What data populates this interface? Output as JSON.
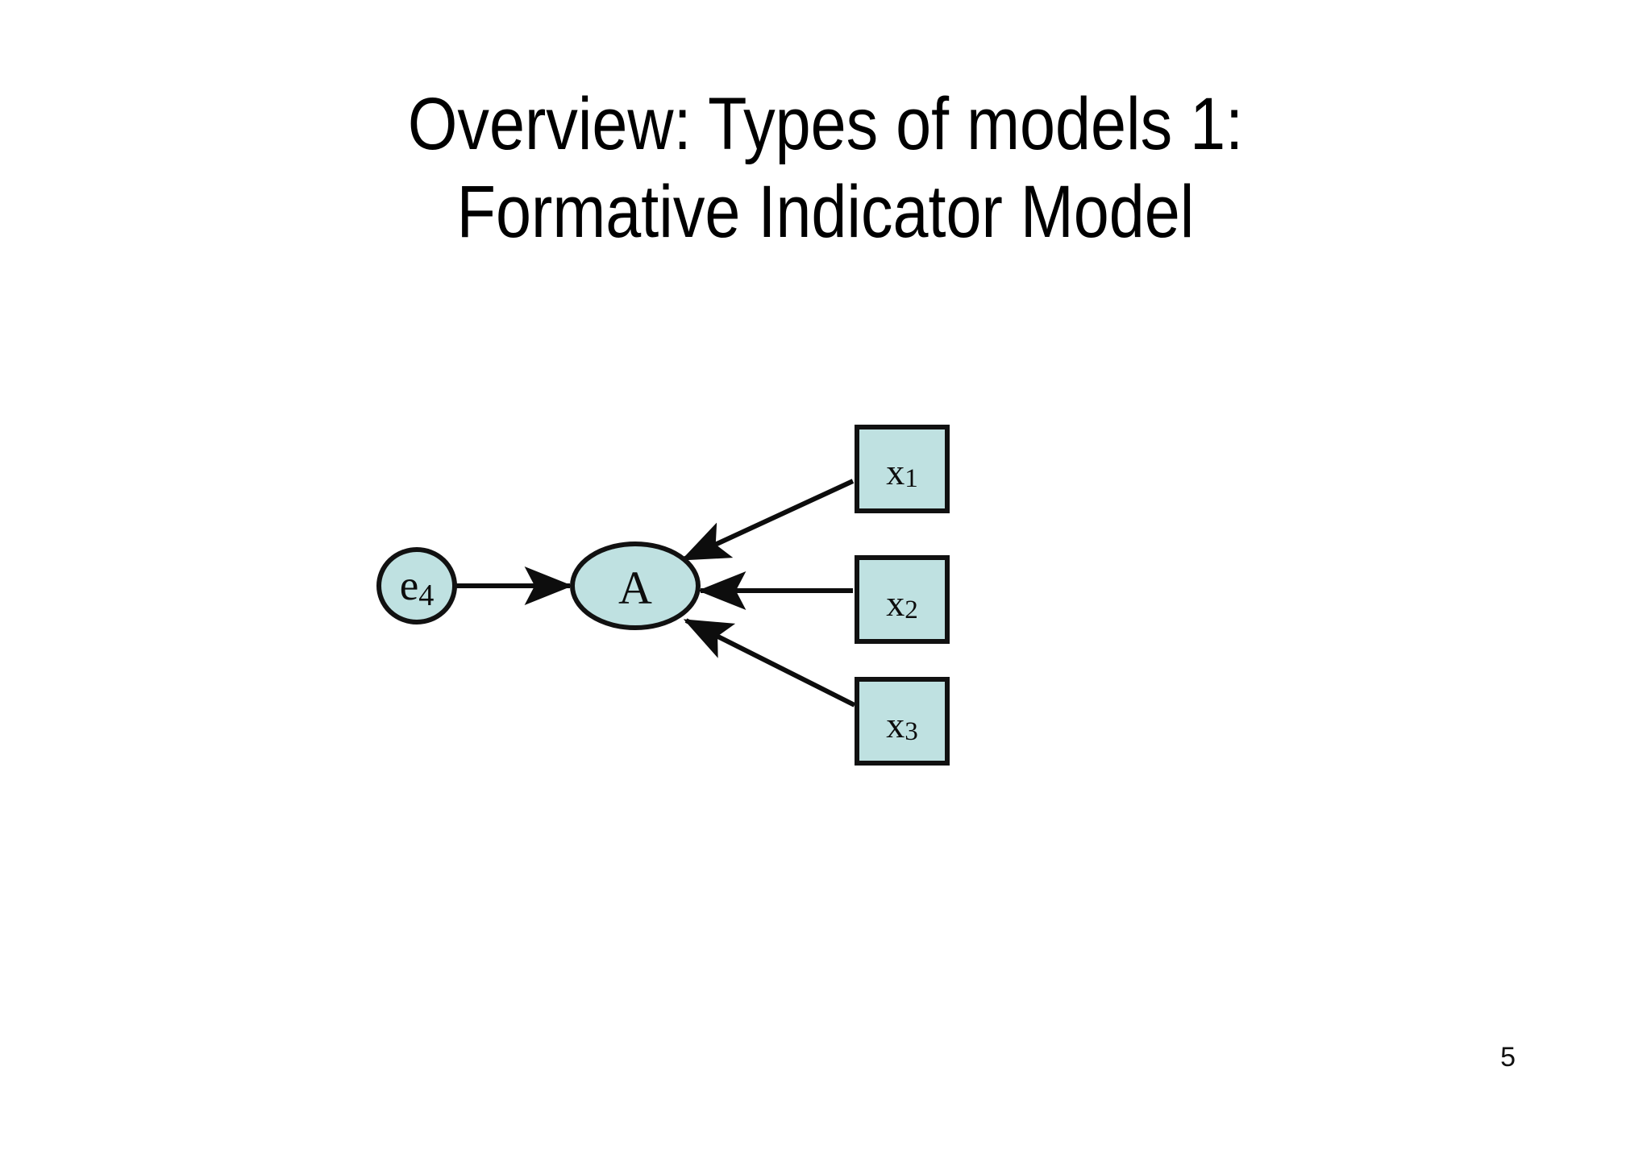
{
  "slide": {
    "background_color": "#ffffff",
    "page_number": "5",
    "title": {
      "line1": "Overview: Types of models 1:",
      "line2": "Formative Indicator Model"
    }
  },
  "diagram": {
    "type": "path-diagram",
    "fill_color": "#bfe1e1",
    "stroke_color": "#111111",
    "nodes": [
      {
        "id": "e4",
        "shape": "ellipse",
        "label_base": "e",
        "label_sub": "4",
        "label_text": "e4",
        "role": "error-term"
      },
      {
        "id": "A",
        "shape": "ellipse",
        "label_base": "A",
        "label_sub": "",
        "label_text": "A",
        "role": "latent-construct"
      },
      {
        "id": "x1",
        "shape": "rectangle",
        "label_base": "x",
        "label_sub": "1",
        "label_text": "x1",
        "role": "formative-indicator"
      },
      {
        "id": "x2",
        "shape": "rectangle",
        "label_base": "x",
        "label_sub": "2",
        "label_text": "x2",
        "role": "formative-indicator"
      },
      {
        "id": "x3",
        "shape": "rectangle",
        "label_base": "x",
        "label_sub": "3",
        "label_text": "x3",
        "role": "formative-indicator"
      }
    ],
    "edges": [
      {
        "id": "e4-to-A",
        "from": "e4",
        "to": "A",
        "arrow": "single"
      },
      {
        "id": "x1-to-A",
        "from": "x1",
        "to": "A",
        "arrow": "single"
      },
      {
        "id": "x2-to-A",
        "from": "x2",
        "to": "A",
        "arrow": "single"
      },
      {
        "id": "x3-to-A",
        "from": "x3",
        "to": "A",
        "arrow": "single"
      }
    ]
  }
}
